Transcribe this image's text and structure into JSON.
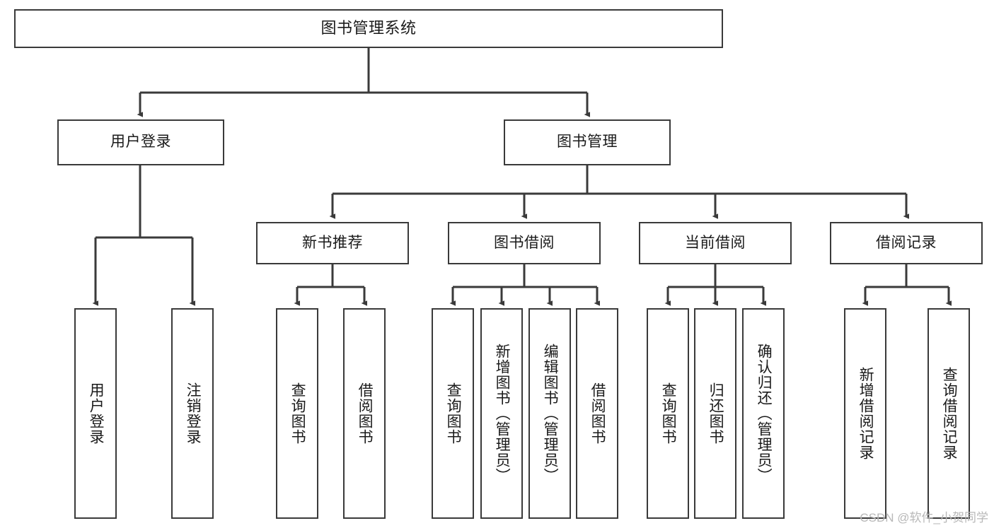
{
  "diagram": {
    "title": "图书管理系统",
    "type": "tree-hierarchy",
    "colors": {
      "box_border": "#3a3a3a",
      "box_fill": "#ffffff",
      "connector": "#3a3a3a",
      "text": "#1a1a1a",
      "watermark": "#b8b8b8"
    },
    "root": {
      "label": "图书管理系统"
    },
    "level1": [
      {
        "label": "用户登录"
      },
      {
        "label": "图书管理"
      }
    ],
    "level2": [
      {
        "label": "新书推荐"
      },
      {
        "label": "图书借阅"
      },
      {
        "label": "当前借阅"
      },
      {
        "label": "借阅记录"
      }
    ],
    "leaves": {
      "user_login": [
        {
          "label": "用户登录"
        },
        {
          "label": "注销登录"
        }
      ],
      "new_book_recommend": [
        {
          "label": "查询图书"
        },
        {
          "label": "借阅图书"
        }
      ],
      "book_borrow": [
        {
          "label": "查询图书"
        },
        {
          "label": "新增图书（管理员）"
        },
        {
          "label": "编辑图书（管理员）"
        },
        {
          "label": "借阅图书"
        }
      ],
      "current_borrow": [
        {
          "label": "查询图书"
        },
        {
          "label": "归还图书"
        },
        {
          "label": "确认归还（管理员）"
        }
      ],
      "borrow_record": [
        {
          "label": "新增借阅记录"
        },
        {
          "label": "查询借阅记录"
        }
      ]
    }
  },
  "watermark": {
    "text": "CSDN @软件_小贺同学"
  }
}
